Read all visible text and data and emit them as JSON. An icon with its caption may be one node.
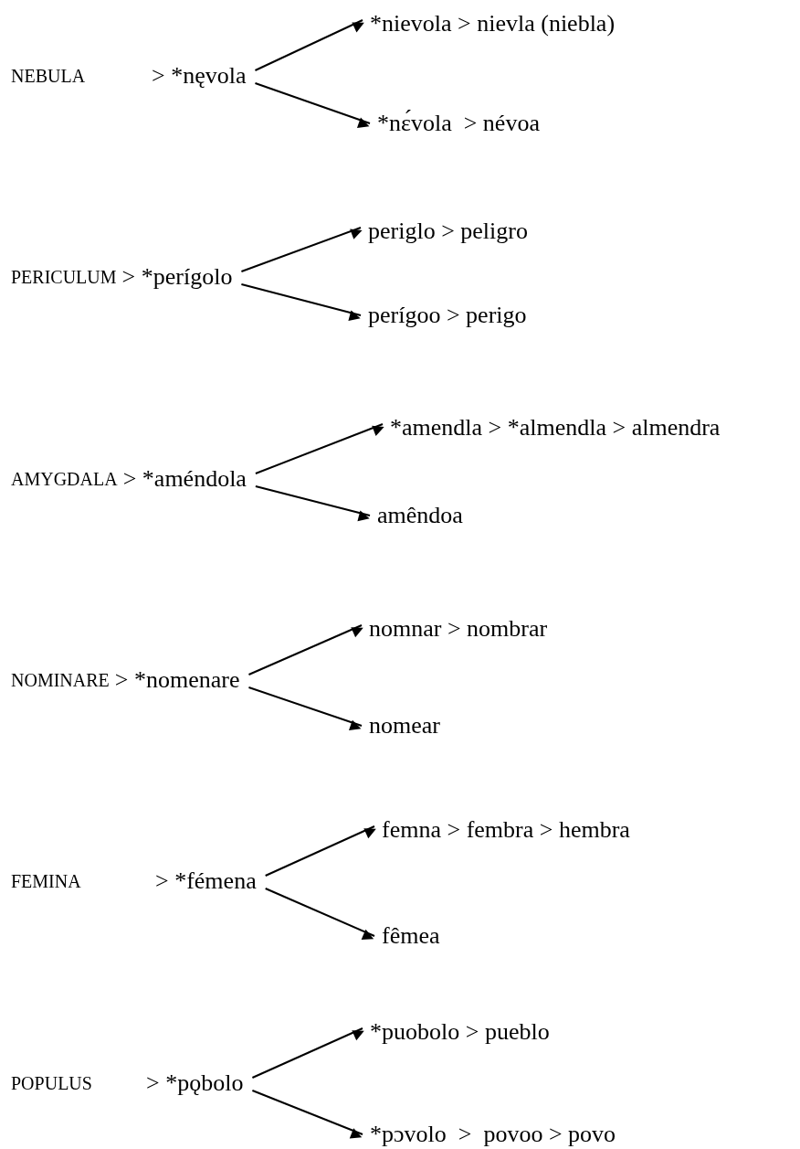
{
  "diagram": {
    "nodes": [
      {
        "text": [
          "NEBULA",
          "> *nęvola"
        ]
      },
      {
        "text": [
          "*nievola > nievla (niebla)"
        ]
      },
      {
        "text": [
          "*nɛ́vola  > névoa"
        ]
      },
      {
        "text": [
          "PERICULUM",
          "> *perígolo"
        ]
      },
      {
        "text": [
          "periglo > peligro"
        ]
      },
      {
        "text": [
          "perígoo > perigo"
        ]
      },
      {
        "text": [
          "AMYGDALA",
          "> *améndola"
        ]
      },
      {
        "text": [
          "*amendla > *almendla > almendra"
        ]
      },
      {
        "text": [
          "amêndoa"
        ]
      },
      {
        "text": [
          "NOMINARE",
          "> *nomenare"
        ]
      },
      {
        "text": [
          "nomnar > nombrar"
        ]
      },
      {
        "text": [
          "nomear"
        ]
      },
      {
        "text": [
          "FEMINA",
          "> *fémena"
        ]
      },
      {
        "text": [
          "femna > fembra > hembra"
        ]
      },
      {
        "text": [
          "fêmea"
        ]
      },
      {
        "text": [
          "POPULUS",
          "> *pǫbolo"
        ]
      },
      {
        "text": [
          "*puobolo > pueblo"
        ]
      },
      {
        "text": [
          "*pɔvolo  >  povoo > povo"
        ]
      }
    ],
    "edges": [
      {
        "from": 0,
        "to": 1,
        "arrow": "to"
      },
      {
        "from": 0,
        "to": 2,
        "arrow": "to"
      },
      {
        "from": 3,
        "to": 4,
        "arrow": "to"
      },
      {
        "from": 3,
        "to": 5,
        "arrow": "to"
      },
      {
        "from": 6,
        "to": 7,
        "arrow": "to"
      },
      {
        "from": 6,
        "to": 8,
        "arrow": "to"
      },
      {
        "from": 9,
        "to": 10,
        "arrow": "to"
      },
      {
        "from": 9,
        "to": 11,
        "arrow": "to"
      },
      {
        "from": 12,
        "to": 13,
        "arrow": "to"
      },
      {
        "from": 12,
        "to": 14,
        "arrow": "to"
      },
      {
        "from": 15,
        "to": 16,
        "arrow": "to"
      },
      {
        "from": 15,
        "to": 17,
        "arrow": "to"
      }
    ]
  }
}
